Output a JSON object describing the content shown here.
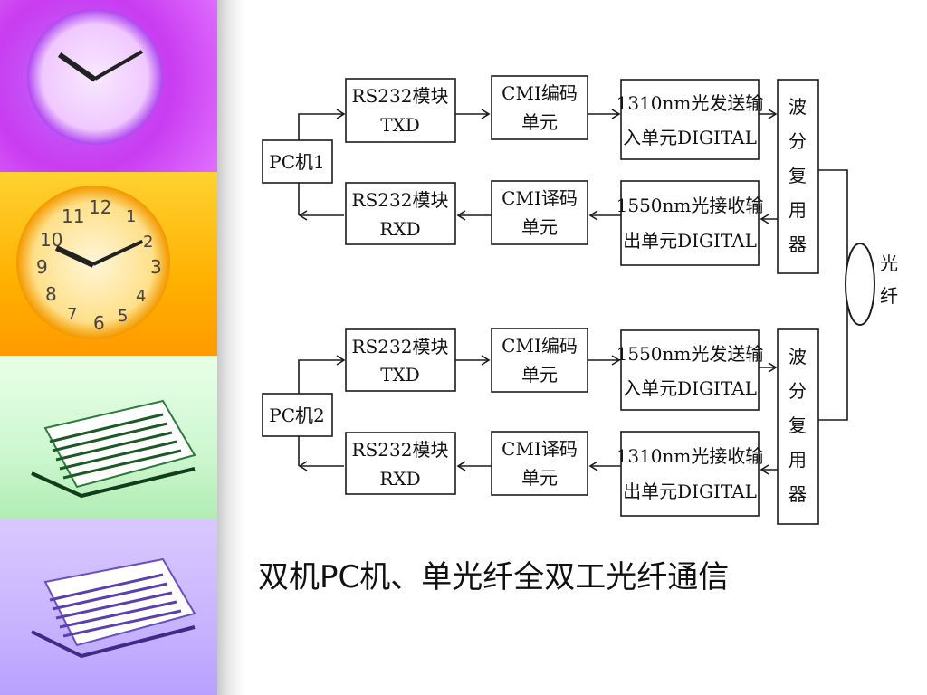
{
  "pc1": {
    "label": "PC机1",
    "tx_rs232": [
      "RS232模块",
      "TXD"
    ],
    "tx_cmi": [
      "CMI编码",
      "单元"
    ],
    "tx_optical": [
      "1310nm光发送输",
      "入单元DIGITAL"
    ],
    "rx_rs232": [
      "RS232模块",
      "RXD"
    ],
    "rx_cmi": [
      "CMI译码",
      "单元"
    ],
    "rx_optical": [
      "1550nm光接收输",
      "出单元DIGITAL"
    ],
    "wdm": [
      "波",
      "分",
      "复",
      "用",
      "器"
    ]
  },
  "pc2": {
    "label": "PC机2",
    "tx_rs232": [
      "RS232模块",
      "TXD"
    ],
    "tx_cmi": [
      "CMI编码",
      "单元"
    ],
    "tx_optical": [
      "1550nm光发送输",
      "入单元DIGITAL"
    ],
    "rx_rs232": [
      "RS232模块",
      "RXD"
    ],
    "rx_cmi": [
      "CMI译码",
      "单元"
    ],
    "rx_optical": [
      "1310nm光接收输",
      "出单元DIGITAL"
    ],
    "wdm": [
      "波",
      "分",
      "复",
      "用",
      "器"
    ]
  },
  "fiber": [
    "光",
    "纤"
  ],
  "caption": "双机PC机、单光纤全双工光纤通信",
  "clock_face_numbers": [
    "12",
    "1",
    "2",
    "3",
    "4",
    "5",
    "6",
    "7",
    "8",
    "9",
    "10",
    "11"
  ]
}
